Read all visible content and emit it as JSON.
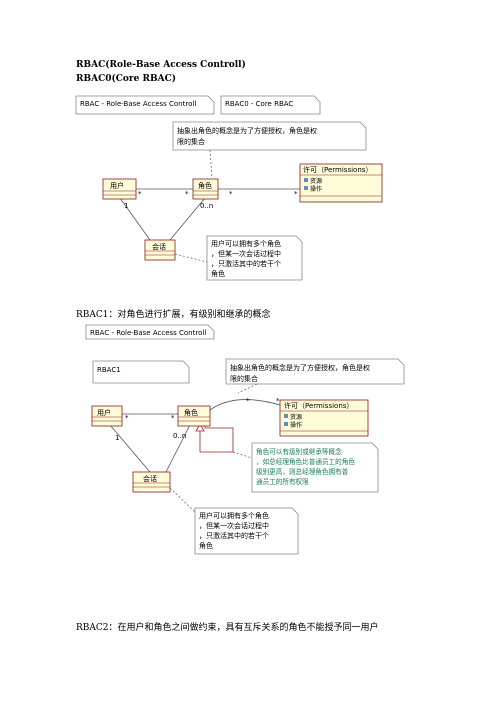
{
  "headings": {
    "title": "RBAC(Role-Base Access Controll)",
    "rbac0": "RBAC0(Core RBAC)",
    "rbac1": "RBAC1：对角色进行扩展，有级别和继承的概念",
    "rbac2": "RBAC2：在用户和角色之间做约束，具有互斥关系的角色不能授予同一用户"
  },
  "diagram1": {
    "package_note": "RBAC - Role-Base Access Controll",
    "model_note": "RBAC0 - Core RBAC",
    "role_note": [
      "抽象出角色的概念是为了方便授权，角色是权",
      "限的集合"
    ],
    "user_class": "用户",
    "role_class": "角色",
    "perm_class": "许可（Permissions）",
    "perm_attrs": [
      "资源",
      "操作"
    ],
    "session_class": "会话",
    "mult_user_role_left": "*",
    "mult_user_role_right": "*",
    "mult_role_perm_left": "*",
    "mult_role_perm_right": "*",
    "mult_user_session": "1",
    "mult_role_session": "0..n",
    "session_note": [
      "用户可以拥有多个角色",
      "，但某一次会话过程中",
      "，只激活其中的若干个",
      "角色"
    ]
  },
  "diagram2": {
    "package_note": "RBAC - Role-Base Access Controll",
    "model_note": "RBAC1",
    "role_note": [
      "抽象出角色的概念是为了方便授权，角色是权",
      "限的集合"
    ],
    "user_class": "用户",
    "role_class": "角色",
    "perm_class": "许可（Permissions）",
    "perm_attrs": [
      "资源",
      "操作"
    ],
    "session_class": "会话",
    "mult_user_role_left": "*",
    "mult_user_role_right": "*",
    "mult_role_perm_left": "*",
    "mult_role_perm_right": "*",
    "mult_user_session": "1",
    "mult_role_session": "0..n",
    "inherit_note": [
      "角色可以有级别或继承等概念",
      "，如总经理角色比普通员工的角色",
      "级别更高，则总经理角色拥有普",
      "通员工的所有权限"
    ],
    "session_note": [
      "用户可以拥有多个角色",
      "，但某一次会话过程中",
      "，只激活其中的若干个",
      "角色"
    ]
  },
  "colors": {
    "class_fill": "#fffcda",
    "class_border": "#8a1a1a",
    "note_border": "#888888",
    "assoc": "#555555",
    "inherit_line": "#a02020",
    "inherit_text": "#1a7a5a"
  }
}
